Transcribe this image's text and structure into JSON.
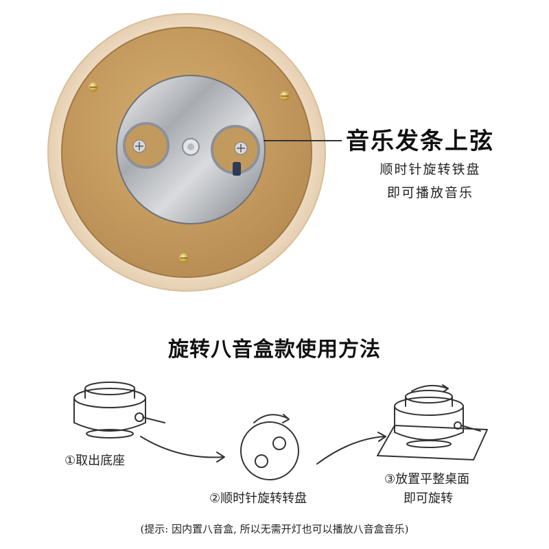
{
  "callout": {
    "title": "音乐发条上弦",
    "line1": "顺时针旋转铁盘",
    "line2": "即可播放音乐"
  },
  "instructions": {
    "title": "旋转八音盒款使用方法",
    "steps": [
      {
        "label": "①取出底座"
      },
      {
        "label": "②顺时针旋转转盘"
      },
      {
        "label_line1": "③放置平整桌面",
        "label_line2": "即可旋转"
      }
    ],
    "tip": "(提示: 因内置八音盒, 所以无需开灯也可以播放八音盒音乐)"
  },
  "colors": {
    "wood_ring": "#efdcc4",
    "cork_board": "#c9a064",
    "metal_plate": "#c8cacd",
    "screw_gold": "#d9b24a"
  },
  "icons": [
    "screw-icon",
    "music-box-icon",
    "rotate-arrow-icon",
    "curved-arrow-icon"
  ]
}
